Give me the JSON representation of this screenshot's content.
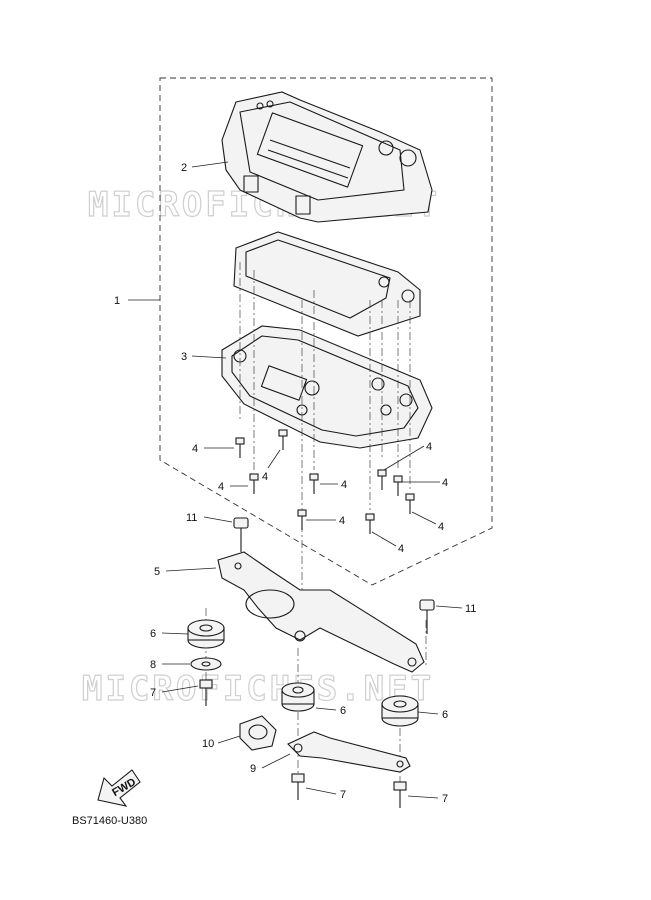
{
  "watermarks": [
    "MICROFICHES.NET",
    "MICROFICHES.NET"
  ],
  "fwd_arrow_label": "FWD",
  "diagram_code": "BS71460-U380",
  "callouts": [
    {
      "id": "c1",
      "label": "1"
    },
    {
      "id": "c2",
      "label": "2"
    },
    {
      "id": "c3",
      "label": "3"
    },
    {
      "id": "c4a",
      "label": "4"
    },
    {
      "id": "c4b",
      "label": "4"
    },
    {
      "id": "c4c",
      "label": "4"
    },
    {
      "id": "c4d",
      "label": "4"
    },
    {
      "id": "c4e",
      "label": "4"
    },
    {
      "id": "c4f",
      "label": "4"
    },
    {
      "id": "c4g",
      "label": "4"
    },
    {
      "id": "c4h",
      "label": "4"
    },
    {
      "id": "c4i",
      "label": "4"
    },
    {
      "id": "c5",
      "label": "5"
    },
    {
      "id": "c6a",
      "label": "6"
    },
    {
      "id": "c6b",
      "label": "6"
    },
    {
      "id": "c6c",
      "label": "6"
    },
    {
      "id": "c7a",
      "label": "7"
    },
    {
      "id": "c7b",
      "label": "7"
    },
    {
      "id": "c7c",
      "label": "7"
    },
    {
      "id": "c8",
      "label": "8"
    },
    {
      "id": "c9",
      "label": "9"
    },
    {
      "id": "c10",
      "label": "10"
    },
    {
      "id": "c11a",
      "label": "11"
    },
    {
      "id": "c11b",
      "label": "11"
    }
  ]
}
